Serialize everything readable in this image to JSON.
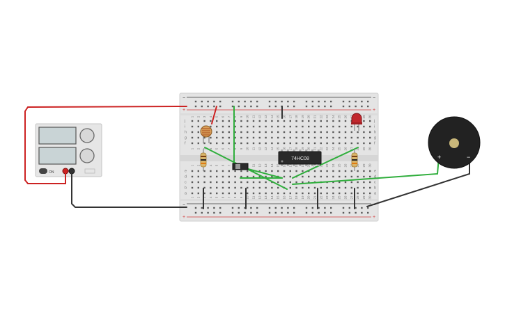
{
  "canvas": {
    "background": "#ffffff"
  },
  "power_supply": {
    "on_label": "ON",
    "colors": {
      "body": "#e8e8e8",
      "display": "#c9d4d6",
      "red_terminal": "#cc2222",
      "black_terminal": "#333333"
    }
  },
  "breadboard": {
    "rail_minus": "−",
    "rail_plus": "+",
    "column_numbers": [
      "1",
      "2",
      "3",
      "4",
      "5",
      "6",
      "7",
      "8",
      "9",
      "10",
      "11",
      "12",
      "13",
      "14",
      "15",
      "16",
      "17",
      "18",
      "19",
      "20",
      "21",
      "22",
      "23",
      "24",
      "25",
      "26",
      "27",
      "28",
      "29",
      "30"
    ],
    "row_letters_top": [
      "j",
      "i",
      "h",
      "g",
      "f"
    ],
    "row_letters_bottom": [
      "e",
      "d",
      "c",
      "b",
      "a"
    ],
    "colors": {
      "body": "#e4e4e4",
      "hole": "#5a5a5a",
      "rail_red": "#d23b3b",
      "rail_blue": "#3b3b3b"
    }
  },
  "chip": {
    "label": "74HC08"
  },
  "buzzer": {
    "plus_label": "+",
    "minus_label": "−"
  },
  "wires": {
    "red": "#cc2222",
    "black": "#333333",
    "green": "#2fae3c"
  },
  "components": {
    "photoresistor": "photoresistor-icon",
    "resistor": "resistor-icon",
    "led": "led-icon",
    "slide_switch": "slide-switch-icon",
    "piezo": "piezo-buzzer-icon"
  }
}
